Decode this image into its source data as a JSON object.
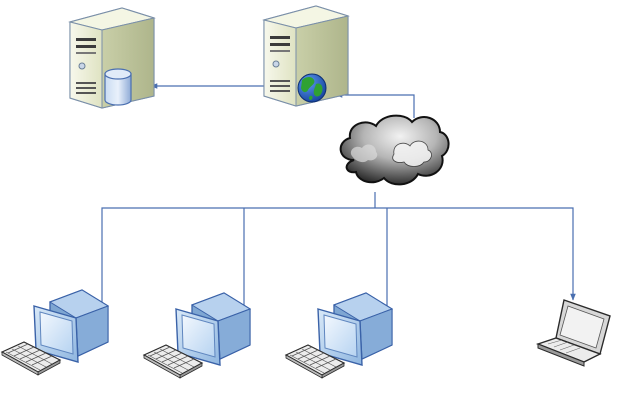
{
  "diagram": {
    "nodes": [
      {
        "id": "database-server",
        "icon": "database-server-icon"
      },
      {
        "id": "web-server",
        "icon": "web-server-icon"
      },
      {
        "id": "internet-cloud",
        "icon": "cloud-icon"
      },
      {
        "id": "workstation-1",
        "icon": "desktop-computer-icon"
      },
      {
        "id": "workstation-2",
        "icon": "desktop-computer-icon"
      },
      {
        "id": "workstation-3",
        "icon": "desktop-computer-icon"
      },
      {
        "id": "laptop",
        "icon": "laptop-icon"
      }
    ],
    "edges": [
      {
        "from": "web-server",
        "to": "database-server",
        "arrow": "end"
      },
      {
        "from": "internet-cloud",
        "to": "web-server",
        "arrow": "end"
      },
      {
        "from": "internet-cloud",
        "to": "workstation-1",
        "arrow": "end"
      },
      {
        "from": "internet-cloud",
        "to": "workstation-2",
        "arrow": "end"
      },
      {
        "from": "internet-cloud",
        "to": "workstation-3",
        "arrow": "end"
      },
      {
        "from": "internet-cloud",
        "to": "laptop",
        "arrow": "end"
      }
    ],
    "colors": {
      "connector": "#4a6fb0",
      "case_fill": "#eef1d6",
      "case_outline": "#7a8fa8",
      "monitor_frame": "#a9cbea",
      "monitor_outline": "#3a62a8",
      "screen": "#cfe3f7",
      "cloud_dark": "#2b2b2b",
      "cloud_light": "#e9e9e9",
      "globe_ocean": "#1d56c9",
      "globe_land": "#2fa233",
      "db_cylinder": "#9fbbe0"
    }
  }
}
